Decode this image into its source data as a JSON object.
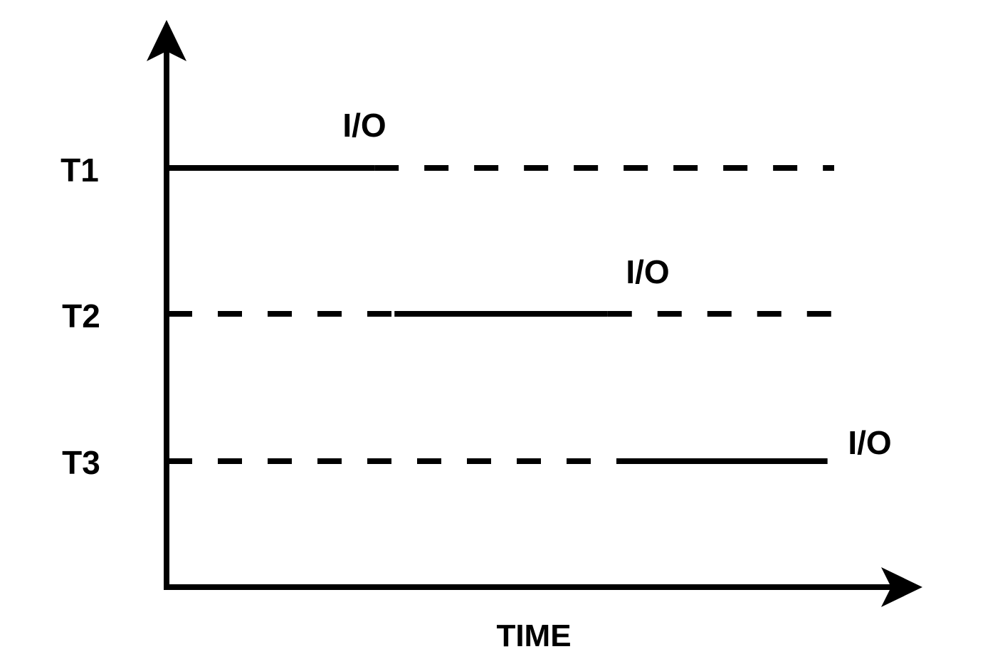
{
  "axis": {
    "x_label": "TIME"
  },
  "threads": [
    {
      "label": "T1",
      "io_label": "I/O",
      "segments": [
        {
          "state": "running",
          "from": 0,
          "to": 0.31
        },
        {
          "state": "waiting",
          "from": 0.31,
          "to": 1
        }
      ]
    },
    {
      "label": "T2",
      "io_label": "I/O",
      "segments": [
        {
          "state": "waiting",
          "from": 0,
          "to": 0.34
        },
        {
          "state": "running",
          "from": 0.34,
          "to": 0.66
        },
        {
          "state": "waiting",
          "from": 0.66,
          "to": 1
        }
      ]
    },
    {
      "label": "T3",
      "io_label": "I/O",
      "segments": [
        {
          "state": "waiting",
          "from": 0,
          "to": 0.68
        },
        {
          "state": "running",
          "from": 0.68,
          "to": 0.99
        }
      ]
    }
  ],
  "colors": {
    "ink": "#000000",
    "background": "#ffffff"
  }
}
